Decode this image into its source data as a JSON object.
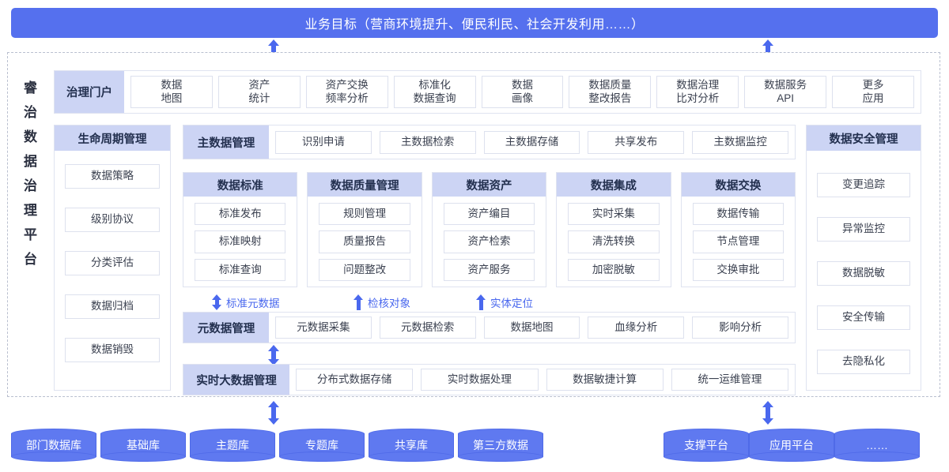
{
  "banner": {
    "title": "业务目标（营商环境提升、便民利民、社会开发利用……）"
  },
  "platform": {
    "vertical_title": "睿治数据治理平台",
    "vertical_chars": [
      "睿",
      "治",
      "数",
      "据",
      "治",
      "理",
      "平",
      "台"
    ]
  },
  "portal": {
    "label": "治理门户",
    "items": [
      "数据\n地图",
      "资产\n统计",
      "资产交换\n频率分析",
      "标准化\n数据查询",
      "数据\n画像",
      "数据质量\n整改报告",
      "数据治理\n比对分析",
      "数据服务\nAPI",
      "更多\n应用"
    ]
  },
  "lifecycle": {
    "title": "生命周期管理",
    "items": [
      "数据策略",
      "级别协议",
      "分类评估",
      "数据归档",
      "数据销毁"
    ]
  },
  "security": {
    "title": "数据安全管理",
    "items": [
      "变更追踪",
      "异常监控",
      "数据脱敏",
      "安全传输",
      "去隐私化"
    ]
  },
  "masterdata": {
    "label": "主数据管理",
    "items": [
      "识别申请",
      "主数据检索",
      "主数据存储",
      "共享发布",
      "主数据监控"
    ]
  },
  "midcols": [
    {
      "title": "数据标准",
      "items": [
        "标准发布",
        "标准映射",
        "标准查询"
      ]
    },
    {
      "title": "数据质量管理",
      "items": [
        "规则管理",
        "质量报告",
        "问题整改"
      ]
    },
    {
      "title": "数据资产",
      "items": [
        "资产编目",
        "资产检索",
        "资产服务"
      ]
    },
    {
      "title": "数据集成",
      "items": [
        "实时采集",
        "清洗转换",
        "加密脱敏"
      ]
    },
    {
      "title": "数据交换",
      "items": [
        "数据传输",
        "节点管理",
        "交换审批"
      ]
    }
  ],
  "notes": [
    {
      "label": "标准元数据",
      "arrow": "double"
    },
    {
      "label": "检核对象",
      "arrow": "up"
    },
    {
      "label": "实体定位",
      "arrow": "up"
    }
  ],
  "metadata": {
    "label": "元数据管理",
    "items": [
      "元数据采集",
      "元数据检索",
      "数据地图",
      "血缘分析",
      "影响分析"
    ]
  },
  "bigdata": {
    "label": "实时大数据管理",
    "items": [
      "分布式数据存储",
      "实时数据处理",
      "数据敏捷计算",
      "统一运维管理"
    ]
  },
  "sources_left": [
    "部门数据库",
    "基础库",
    "主题库",
    "专题库",
    "共享库",
    "第三方数据"
  ],
  "sources_right": [
    "支撑平台",
    "应用平台",
    "……"
  ],
  "colors": {
    "banner_blue": "#5570ee",
    "arrow_blue": "#4a68ee",
    "head_lavender": "#ccd4f4",
    "cylinder_blue": "#5f79f0",
    "cell_border": "#dde1ee",
    "dashed_border": "#b9bfcf"
  }
}
